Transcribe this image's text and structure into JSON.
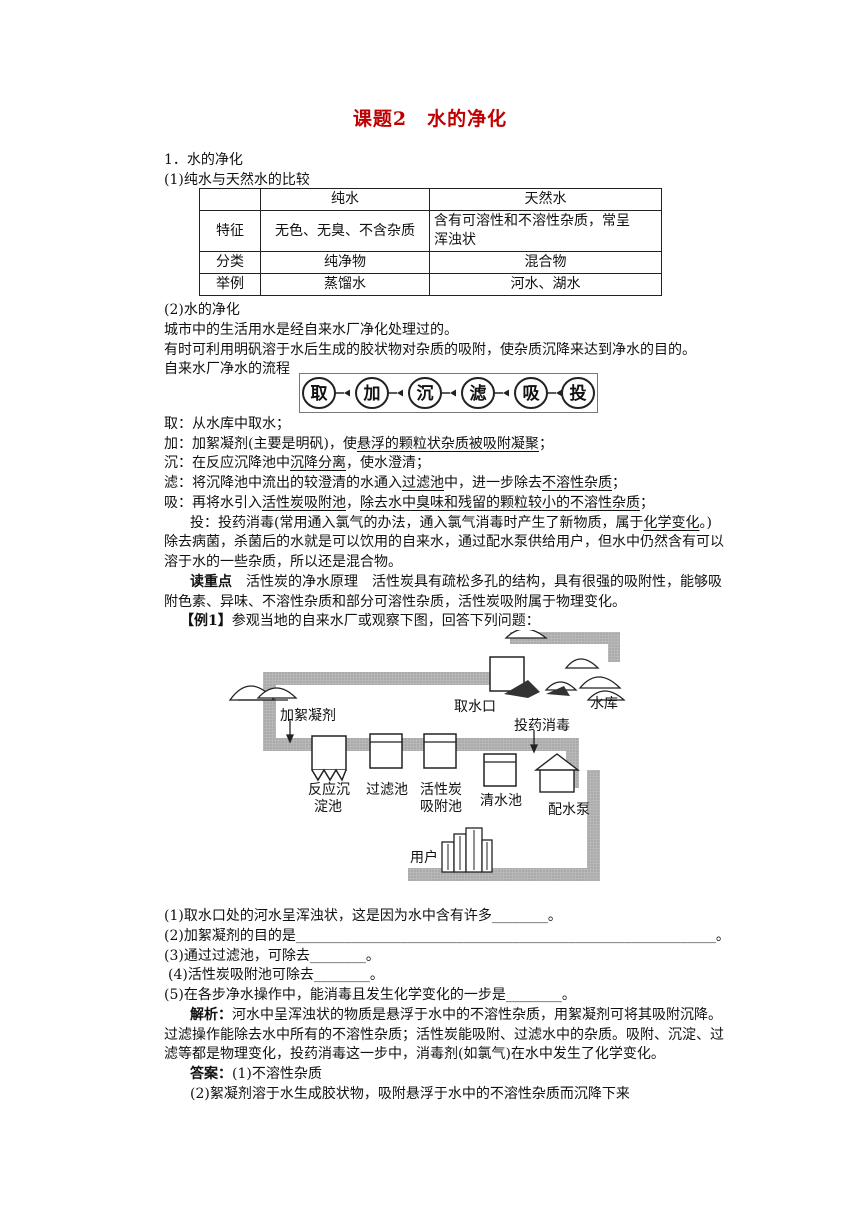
{
  "title": "课题2　水的净化",
  "sec1": "1．水的净化",
  "sub1": "(1)纯水与天然水的比较",
  "table": {
    "headers": [
      "",
      "纯水",
      "天然水"
    ],
    "rows": [
      {
        "label": "特征",
        "pure": "无色、无臭、不含杂质",
        "natural_l1": "含有可溶性和不溶性杂质，常呈",
        "natural_l2": "浑浊状"
      },
      {
        "label": "分类",
        "pure": "纯净物",
        "natural": "混合物"
      },
      {
        "label": "举例",
        "pure": "蒸馏水",
        "natural": "河水、湖水"
      }
    ]
  },
  "sub2": "(2)水的净化",
  "p_city": "城市中的生活用水是经自来水厂净化处理过的。",
  "p_alum": "有时可利用明矾溶于水后生成的胶状物对杂质的吸附，使杂质沉降来达到净水的目的。",
  "p_flow": "自来水厂净水的流程",
  "flow_steps": [
    "取",
    "加",
    "沉",
    "滤",
    "吸",
    "投"
  ],
  "steps": {
    "qu": "取：从水库中取水；",
    "jia_a": "加：加絮凝剂(主要是明矾)，使",
    "jia_b": "悬浮的颗粒状杂质被吸附凝聚",
    "jia_c": "；",
    "chen_a": "沉：在反应沉降池中",
    "chen_b": "沉降分离",
    "chen_c": "，使水澄清；",
    "lv_a": "滤：将沉降池中流出的较澄清的水通入",
    "lv_b": "过滤池",
    "lv_c": "中，进一步除去",
    "lv_d": "不溶性杂质",
    "lv_e": "；",
    "xi_a": "吸：再将水引入",
    "xi_b": "活性炭吸附池",
    "xi_c": "，",
    "xi_d": "除去水中臭味和残留的颗粒较小的不溶性杂质",
    "xi_e": "；",
    "tou_a": "投：投药消毒(常用通入氯气的办法，通入氯气消毒时产生了新物质，属于",
    "tou_b": "化学变化",
    "tou_c": "。)",
    "tou_l2": "除去病菌，杀菌后的水就是可以饮用的自来水，通过配水泵供给用户，但水中仍然含有可以",
    "tou_l3": "溶于水的一些杂质，所以还是混合物。"
  },
  "key_label": "读重点",
  "key_l1": "活性炭的净水原理　活性炭具有疏松多孔的结构，具有很强的吸附性，能够吸",
  "key_l2": "附色素、异味、不溶性杂质和部分可溶性杂质，活性炭吸附属于物理变化。",
  "example_label": "【例1】",
  "example_text": "参观当地的自来水厂或观察下图，回答下列问题：",
  "diagram": {
    "intake": "取水口",
    "reservoir": "水库",
    "coagulant": "加絮凝剂",
    "disinfect": "投药消毒",
    "settle_l1": "反应沉",
    "settle_l2": "淀池",
    "filter": "过滤池",
    "carbon_l1": "活性炭",
    "carbon_l2": "吸附池",
    "clear": "清水池",
    "pump": "配水泵",
    "user": "用户"
  },
  "q1": "(1)取水口处的河水呈浑浊状，这是因为水中含有许多________。",
  "q2": "(2)加絮凝剂的目的是____________________________________________________________。",
  "q3": "(3)通过过滤池，可除去________。",
  "q4": "(4)活性炭吸附池可除去________。",
  "q5": "(5)在各步净水操作中，能消毒且发生化学变化的一步是________。",
  "analysis_label": "解析：",
  "analysis_l1": "河水中呈浑浊状的物质是悬浮于水中的不溶性杂质，用絮凝剂可将其吸附沉降。",
  "analysis_l2": "过滤操作能除去水中所有的不溶性杂质；活性炭能吸附、过滤水中的杂质。吸附、沉淀、过",
  "analysis_l3": "滤等都是物理变化，投药消毒这一步中，消毒剂(如氯气)在水中发生了化学变化。",
  "answer_label": "答案：",
  "answer_1": "(1)不溶性杂质",
  "answer_2": "(2)絮凝剂溶于水生成胶状物，吸附悬浮于水中的不溶性杂质而沉降下来"
}
